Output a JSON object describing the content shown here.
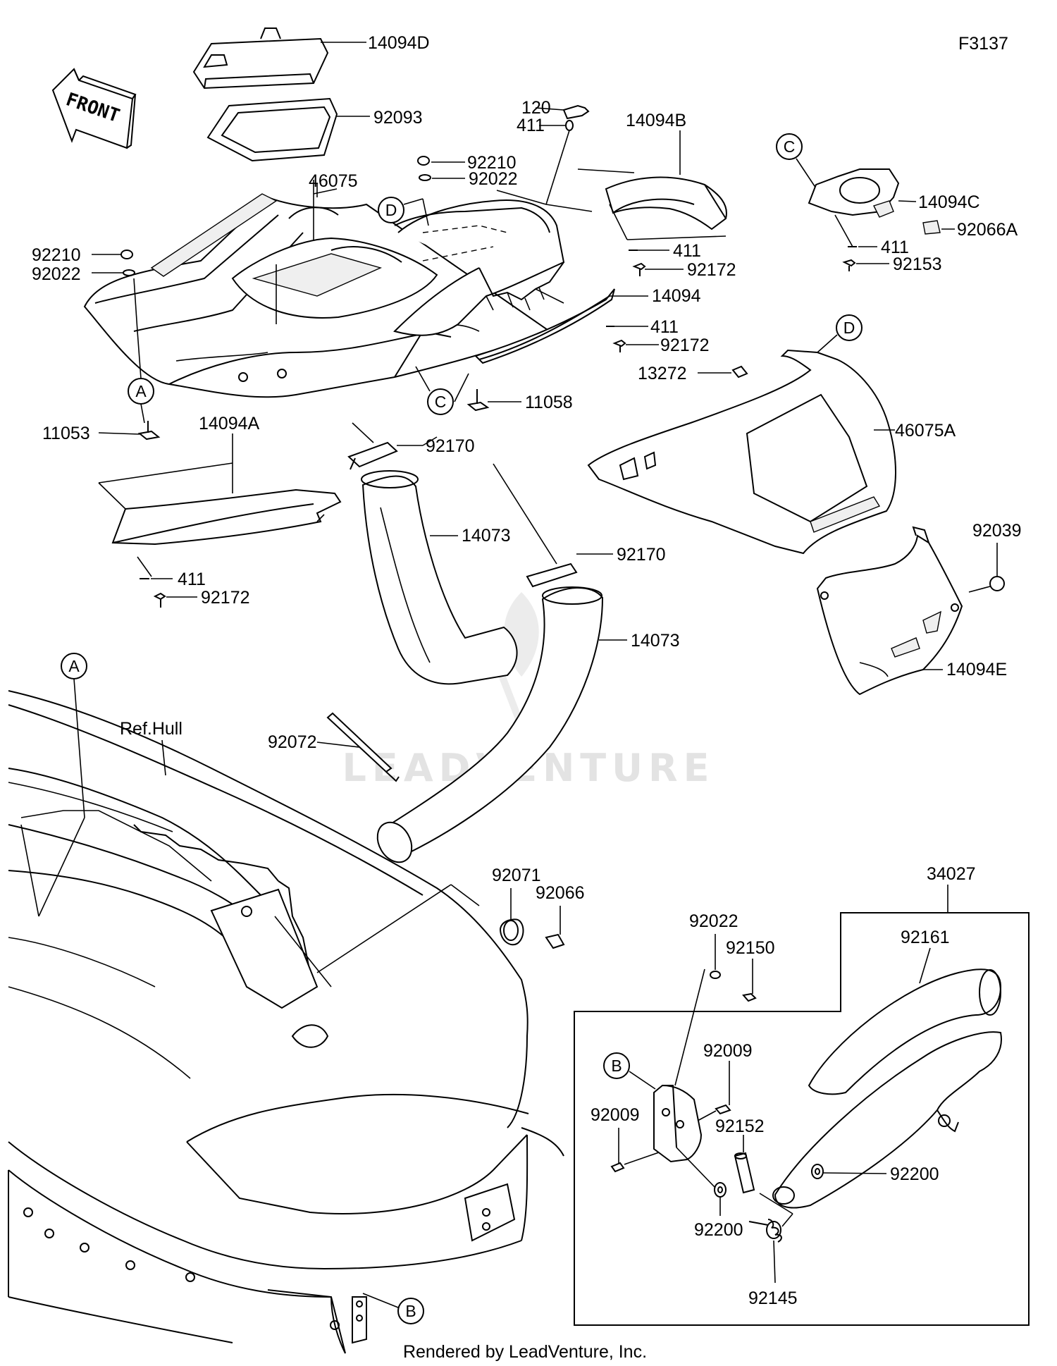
{
  "figure_code": "F3137",
  "footer": "Rendered by LeadVenture, Inc.",
  "watermark": "LEADVENTURE",
  "front_arrow": "FRONT",
  "hull_label": "Ref.Hull",
  "callouts": [
    "A",
    "B",
    "C",
    "D"
  ],
  "parts": {
    "p14094D": "14094D",
    "p92093": "92093",
    "p120": "120",
    "p411_top": "411",
    "p14094B": "14094B",
    "p92210_top": "92210",
    "p92022_top": "92022",
    "p46075": "46075",
    "p92210_left": "92210",
    "p92022_left": "92022",
    "p411_b": "411",
    "p92172_b": "92172",
    "p14094": "14094",
    "p411_m": "411",
    "p92172_m": "92172",
    "p13272": "13272",
    "p11058": "11058",
    "p11053": "11053",
    "p14094A": "14094A",
    "p92170_a": "92170",
    "p46075A": "46075A",
    "p14094C": "14094C",
    "p92066A": "92066A",
    "p411_c": "411",
    "p92153": "92153",
    "p92039": "92039",
    "p14094E": "14094E",
    "p14073_a": "14073",
    "p92170_b": "92170",
    "p14073_b": "14073",
    "p411_left": "411",
    "p92172_left": "92172",
    "p92072": "92072",
    "p92071": "92071",
    "p92066": "92066",
    "p34027": "34027",
    "p92022_b": "92022",
    "p92150": "92150",
    "p92161": "92161",
    "p92009_a": "92009",
    "p92009_b": "92009",
    "p92152": "92152",
    "p92200_a": "92200",
    "p92200_b": "92200",
    "p92145": "92145"
  }
}
